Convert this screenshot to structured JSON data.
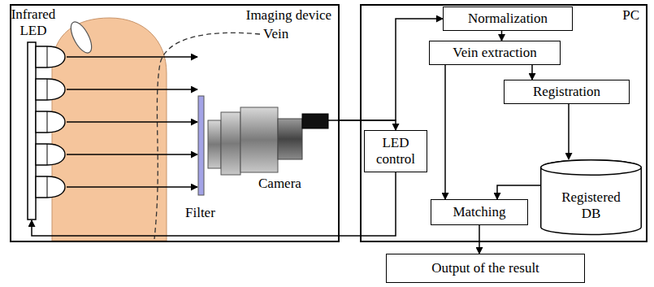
{
  "diagram": {
    "nodes": [
      {
        "text": [
          "Imaging device"
        ]
      },
      {
        "text": [
          "PC"
        ]
      },
      {
        "text": [
          "Normalization"
        ],
        "in": 1
      },
      {
        "text": [
          "Vein extraction"
        ],
        "in": 1
      },
      {
        "text": [
          "Registration"
        ],
        "in": 1
      },
      {
        "text": [
          "Registered DB"
        ],
        "in": 1
      },
      {
        "text": [
          "LED control"
        ],
        "in": 1
      },
      {
        "text": [
          "Matching"
        ],
        "in": 1
      },
      {
        "text": [
          "Output of the result"
        ]
      }
    ],
    "edges": [
      {
        "from": 0,
        "to": 2,
        "arrow": "to"
      },
      {
        "from": 0,
        "to": 6,
        "arrow": "to"
      },
      {
        "from": 6,
        "to": 0,
        "arrow": "to"
      },
      {
        "from": 2,
        "to": 3,
        "arrow": "to"
      },
      {
        "from": 3,
        "to": 7,
        "arrow": "to"
      },
      {
        "from": 3,
        "to": 4,
        "arrow": "to"
      },
      {
        "from": 4,
        "to": 5,
        "arrow": "to"
      },
      {
        "from": 5,
        "to": 7,
        "arrow": "to"
      },
      {
        "from": 7,
        "to": 8,
        "arrow": "to"
      }
    ],
    "labels": [
      "Infrared LED",
      "Vein",
      "Filter",
      "Camera"
    ]
  }
}
